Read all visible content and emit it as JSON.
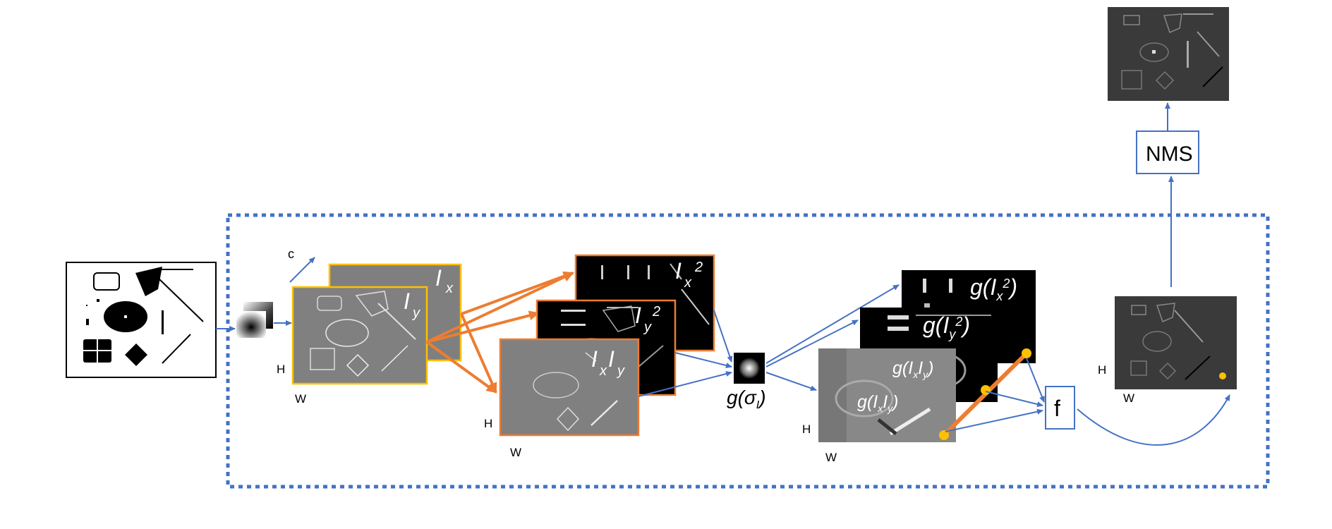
{
  "labels": {
    "channels": "c",
    "height": "H",
    "width": "W",
    "ix": "I",
    "ix_sub": "x",
    "iy": "I",
    "iy_sub": "y",
    "ix2": "I",
    "ix2_sub": "x",
    "ix2_sup": "2",
    "iy2": "I",
    "iy2_sub": "y",
    "iy2_sup": "2",
    "ixiy_a": "I",
    "ixiy_a_sub": "x",
    "ixiy_b": "I",
    "ixiy_b_sub": "y",
    "gauss_g": "g(σ",
    "gauss_sub": "I",
    "gauss_close": ")",
    "g_ix2_pre": "g(I",
    "g_ix2_sub": "x",
    "g_ix2_sup": "2",
    "g_ix2_close": ")",
    "g_iy2_pre": "g(I",
    "g_iy2_sub": "y",
    "g_iy2_sup": "2",
    "g_iy2_close": ")",
    "g_ixiy_pre": "g(I",
    "g_ixiy_sub1": "x",
    "g_ixiy_mid": "I",
    "g_ixiy_sub2": "y",
    "g_ixiy_close": ")",
    "f": "f",
    "nms": "NMS"
  },
  "colors": {
    "blue": "#4472c4",
    "orange": "#ed7d31",
    "gold": "#ffc000",
    "orange_border": "#ed7d31",
    "gold_border": "#f0b400"
  },
  "icons": [
    "input-image",
    "sobel-kernel",
    "gaussian-kernel",
    "output-map"
  ]
}
